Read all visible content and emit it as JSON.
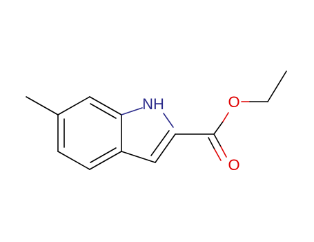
{
  "molecule": {
    "atoms": {
      "nh": {
        "label": "NH",
        "color": "#2a2a8a"
      },
      "o_ester": {
        "label": "O",
        "color": "#e00000"
      },
      "o_carbonyl": {
        "label": "O",
        "color": "#e00000"
      }
    },
    "colors": {
      "bond": "#000000",
      "nitrogen": "#2a2a8a",
      "oxygen": "#e00000"
    }
  }
}
